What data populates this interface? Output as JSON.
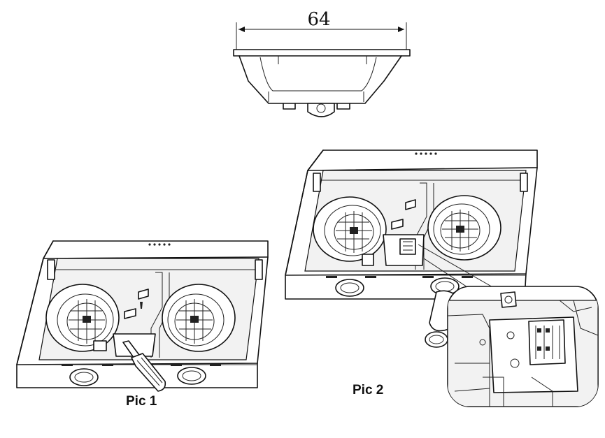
{
  "dimension": {
    "value": "64"
  },
  "captions": {
    "pic1": "Pic 1",
    "pic2": "Pic 2"
  }
}
